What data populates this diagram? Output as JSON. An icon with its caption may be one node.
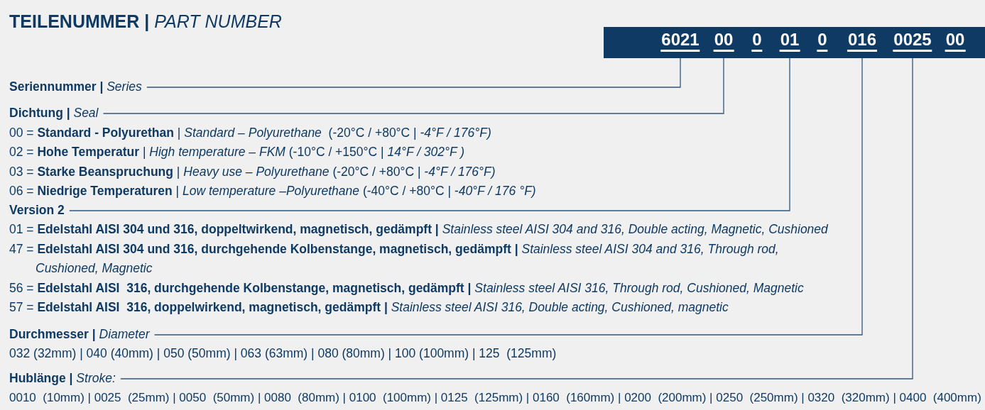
{
  "diagram": {
    "title": "**TEILENUMMER |** *PART NUMBER*",
    "nodes": [
      {
        "text": [],
        "shape": "bar"
      },
      {
        "text": [
          "6021"
        ],
        "in": 0
      },
      {
        "text": [
          "00"
        ],
        "in": 0
      },
      {
        "text": [
          "0"
        ],
        "in": 0
      },
      {
        "text": [
          "01"
        ],
        "in": 0
      },
      {
        "text": [
          "0"
        ],
        "in": 0
      },
      {
        "text": [
          "016"
        ],
        "in": 0
      },
      {
        "text": [
          "0025"
        ],
        "in": 0
      },
      {
        "text": [
          "00"
        ],
        "in": 0
      },
      {
        "text": [
          "**Seriennummer |** *Series*"
        ]
      },
      {
        "text": [
          "**Dichtung |** *Seal*"
        ]
      },
      {
        "text": [
          "Version 2"
        ]
      },
      {
        "text": [
          "**Durchmesser |** *Diameter*"
        ]
      },
      {
        "text": [
          "**Hublänge |** *Stroke:*"
        ]
      }
    ],
    "edges": [
      {
        "from": 9,
        "to": 1,
        "arrow": "none"
      },
      {
        "from": 10,
        "to": 2,
        "arrow": "none"
      },
      {
        "from": 11,
        "to": 4,
        "arrow": "none"
      },
      {
        "from": 12,
        "to": 6,
        "arrow": "none"
      },
      {
        "from": 13,
        "to": 7,
        "arrow": "none"
      }
    ],
    "labels": [
      "00 = **Standard - Polyurethan** | *Standard – Polyurethane*  (-20°C / +80°C | *-4°F / 176°F)*",
      "02 = **Hohe Temperatur** | *High temperature – FKM* (-10°C / +150°C | *14°F / 302°F )*",
      "03 = **Starke Beanspruchung** | *Heavy use – Polyurethane* (-20°C / +80°C | *-4°F / 176°F)*",
      "06 = **Niedrige Temperaturen** | *Low temperature –Polyurethane* (-40°C / +80°C | *-40°F / 176 °F)*",
      "01 = **Edelstahl AISI 304 und 316, doppeltwirkend, magnetisch, gedämpft |** *Stainless steel AISI 304 and 316, Double acting, Magnetic, Cushioned*",
      "47 = **Edelstahl AISI 304 und 316, durchgehende Kolbenstange, magnetisch, gedämpft |** *Stainless steel AISI 304 and 316, Through rod, Cushioned, Magnetic*",
      "56 = **Edelstahl AISI  316, durchgehende Kolbenstange, magnetisch, gedämpft |** *Stainless steel AISI 316, Through rod, Cushioned, Magnetic*",
      "57 = **Edelstahl AISI  316, doppelwirkend, magnetisch, gedämpft |** *Stainless steel AISI 316, Double acting, Cushioned, magnetic*",
      "032 (32mm) | 040 (40mm) | 050 (50mm) | 063 (63mm) | 080 (80mm) | 100 (100mm) | 125  (125mm)",
      "0010  (10mm) | 0025  (25mm) | 0050  (50mm) | 0080  (80mm) | 0100  (100mm) | 0125  (125mm) | 0160  (160mm) | 0200  (200mm) | 0250  (250mm) | 0320  (320mm) | 0400  (400mm)"
    ]
  }
}
